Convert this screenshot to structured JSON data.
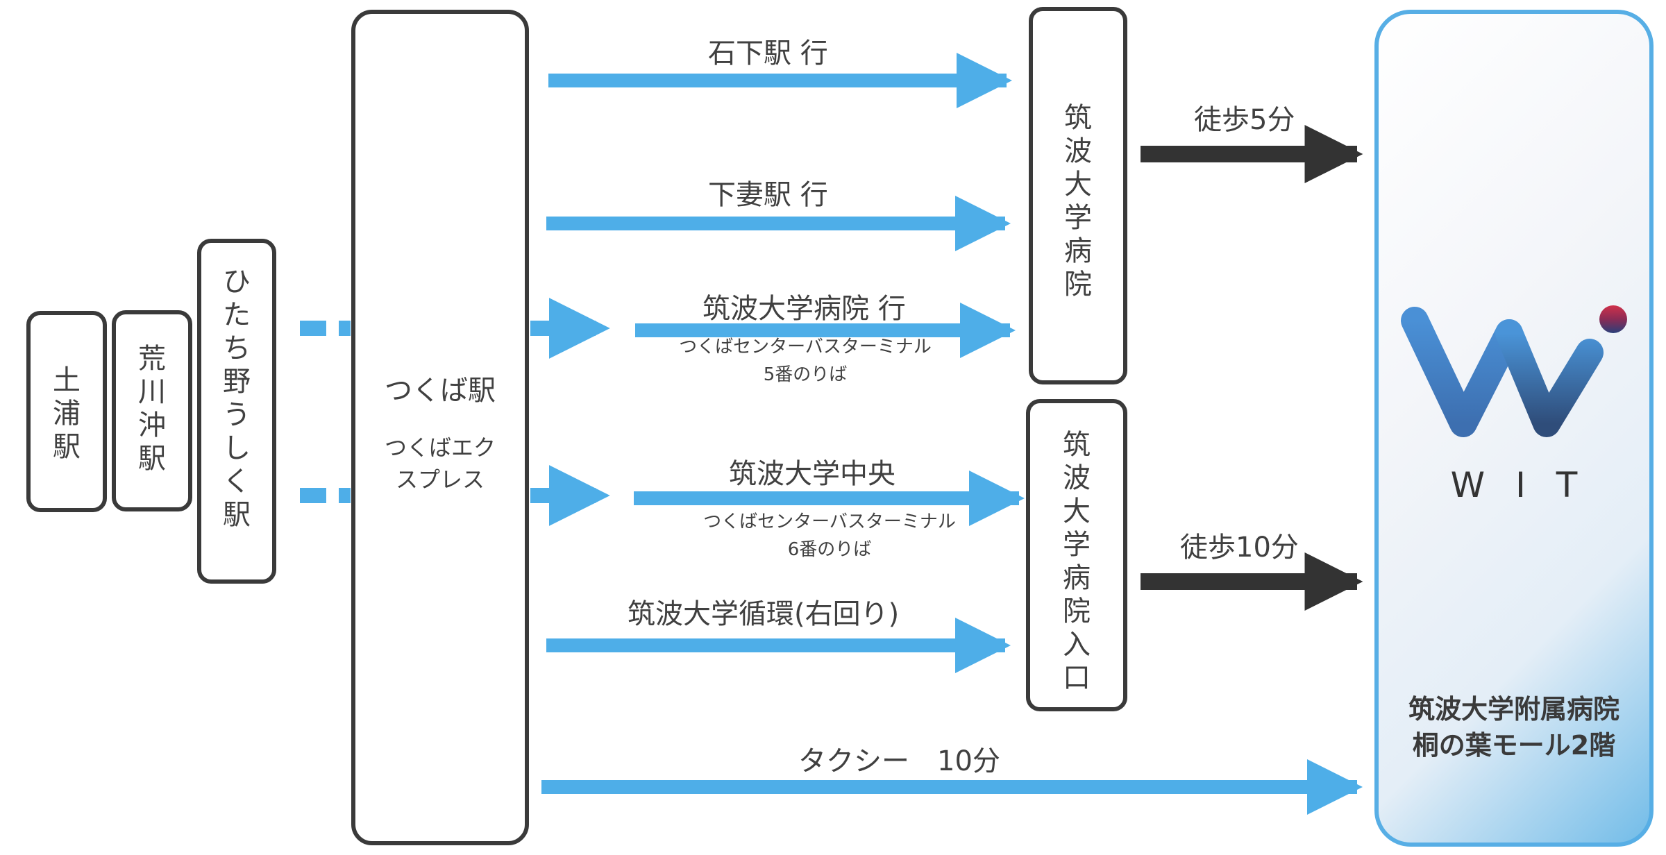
{
  "stations": {
    "tsuchiura": "土浦駅",
    "arakawaoki": "荒川沖駅",
    "hitachino": "ひたち野うしく駅",
    "tsukuba": {
      "name": "つくば駅",
      "line_1": "つくばエク",
      "line_2": "スプレス"
    }
  },
  "stops": {
    "hospital": "筑波大学病院",
    "hospital_entrance": "筑波大学病院入口"
  },
  "routes": {
    "ishige": "石下駅 行",
    "shimotsuma": "下妻駅 行",
    "hospital_bound": "筑波大学病院 行",
    "hospital_bound_platform_1": "つくばセンターバスターミナル",
    "hospital_bound_platform_2": "5番のりば",
    "univ_center": "筑波大学中央",
    "univ_center_platform_1": "つくばセンターバスターミナル",
    "univ_center_platform_2": "6番のりば",
    "loop": "筑波大学循環(右回り)",
    "taxi": "タクシー　10分"
  },
  "walks": {
    "walk_5": "徒歩5分",
    "walk_10": "徒歩10分"
  },
  "destination": {
    "logo_text": "WIT",
    "name_line_1": "筑波大学附属病院",
    "name_line_2": "桐の葉モール2階"
  },
  "colors": {
    "bus_arrow": "#4eaee8",
    "walk_arrow": "#333333",
    "box_border": "#3a3a3a",
    "destination_border": "#57aee5"
  }
}
